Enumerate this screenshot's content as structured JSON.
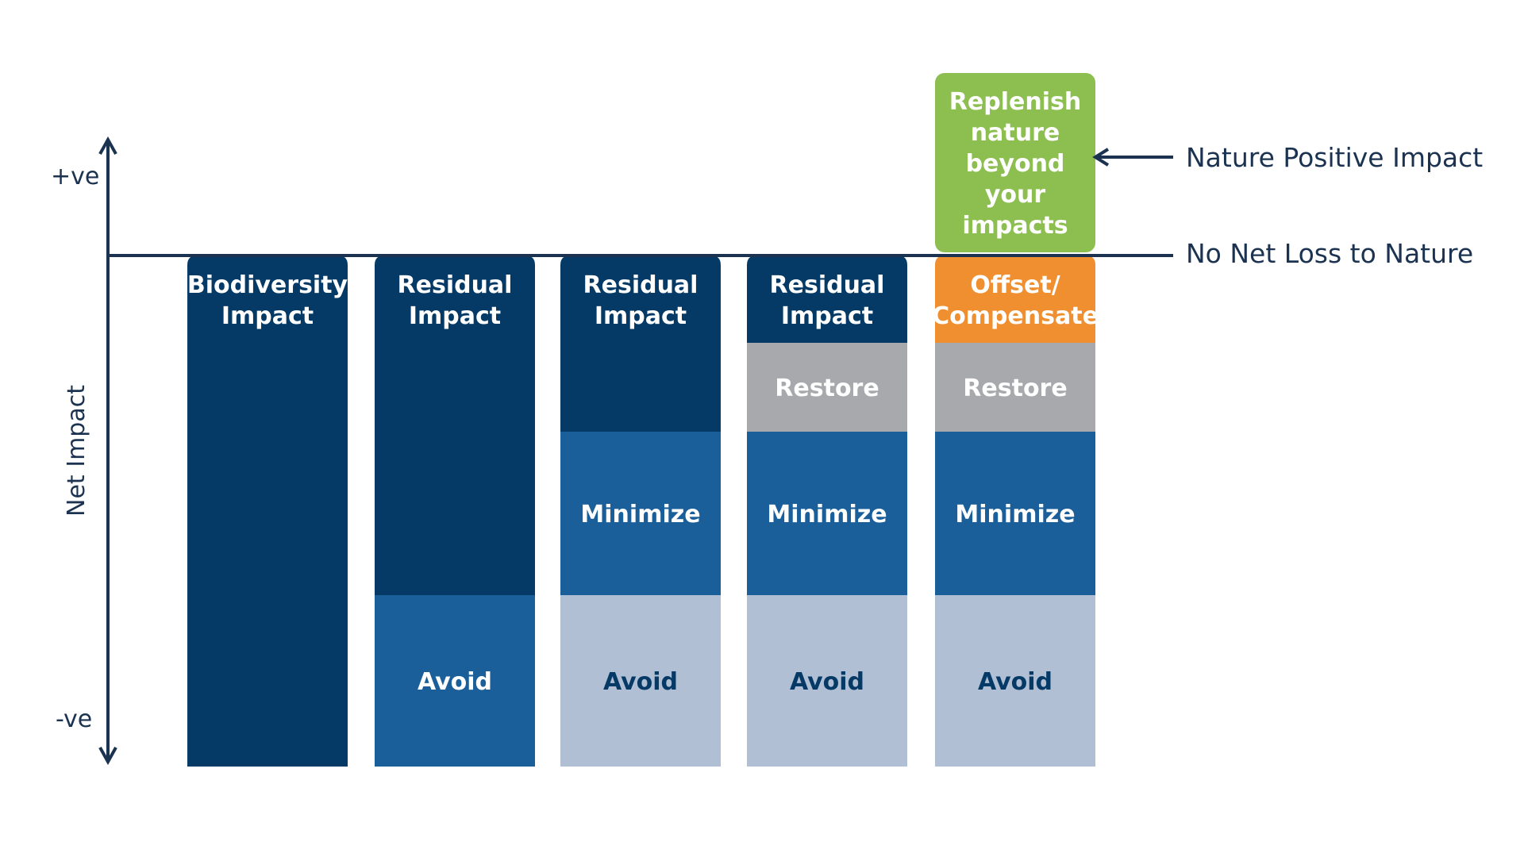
{
  "axis": {
    "title": "Net Impact",
    "positive_label": "+ve",
    "negative_label": "-ve"
  },
  "annotations": {
    "nature_positive": "Nature Positive Impact",
    "no_net_loss": "No Net Loss to Nature"
  },
  "colors": {
    "dark_navy": "#053a66",
    "mid_blue": "#1b5f9a",
    "light_blue": "#b0bfd4",
    "grey": "#a7a9ac",
    "orange": "#ef8f30",
    "green": "#8cbf4f",
    "axis": "#1b3350",
    "text_white": "#ffffff",
    "text_navy": "#053a66"
  },
  "columns": [
    {
      "id": "biodiversity-impact",
      "top_label": [
        "Biodiversity",
        "Impact"
      ],
      "segments": [
        {
          "name": "biodiversity-impact-segment",
          "label": "",
          "color": "dark_navy"
        }
      ]
    },
    {
      "id": "residual-1",
      "top_label": [
        "Residual",
        "Impact"
      ],
      "segments": [
        {
          "name": "residual-impact-segment",
          "label": "",
          "color": "dark_navy"
        },
        {
          "name": "avoid-segment",
          "label": "Avoid",
          "color": "mid_blue"
        }
      ]
    },
    {
      "id": "residual-2",
      "top_label": [
        "Residual",
        "Impact"
      ],
      "segments": [
        {
          "name": "residual-impact-segment",
          "label": "",
          "color": "dark_navy"
        },
        {
          "name": "minimize-segment",
          "label": "Minimize",
          "color": "mid_blue"
        },
        {
          "name": "avoid-segment",
          "label": "Avoid",
          "color": "light_blue"
        }
      ]
    },
    {
      "id": "residual-3",
      "top_label": [
        "Residual",
        "Impact"
      ],
      "segments": [
        {
          "name": "residual-impact-segment",
          "label": "",
          "color": "dark_navy"
        },
        {
          "name": "restore-segment",
          "label": "Restore",
          "color": "grey"
        },
        {
          "name": "minimize-segment",
          "label": "Minimize",
          "color": "mid_blue"
        },
        {
          "name": "avoid-segment",
          "label": "Avoid",
          "color": "light_blue"
        }
      ]
    },
    {
      "id": "nature-positive",
      "top_label": [
        "Offset/",
        "Compensate"
      ],
      "above_label": [
        "Replenish",
        "nature",
        "beyond",
        "your",
        "impacts"
      ],
      "segments": [
        {
          "name": "offset-compensate-segment",
          "label": "",
          "color": "orange"
        },
        {
          "name": "restore-segment",
          "label": "Restore",
          "color": "grey"
        },
        {
          "name": "minimize-segment",
          "label": "Minimize",
          "color": "mid_blue"
        },
        {
          "name": "avoid-segment",
          "label": "Avoid",
          "color": "light_blue"
        }
      ]
    }
  ]
}
